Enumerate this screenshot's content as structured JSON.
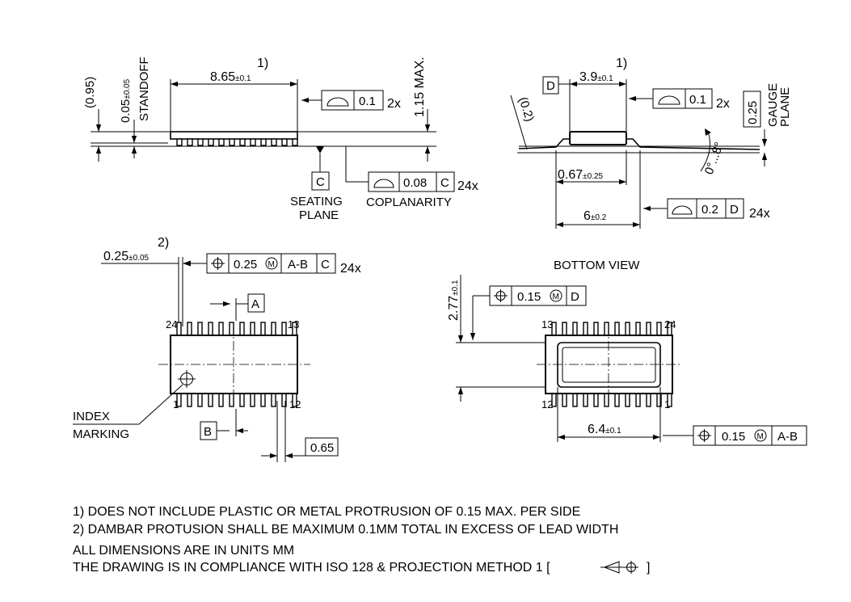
{
  "notes": {
    "note1": "1) DOES NOT INCLUDE PLASTIC OR METAL PROTRUSION OF 0.15 MAX. PER SIDE",
    "note2": "2) DAMBAR PROTUSION SHALL BE MAXIMUM 0.1MM TOTAL IN EXCESS OF LEAD WIDTH",
    "note3": "ALL DIMENSIONS ARE IN UNITS MM",
    "note4_prefix": "THE DRAWING IS IN COMPLIANCE WITH ISO 128 & PROJECTION METHOD 1 [",
    "note4_suffix": "]"
  },
  "side_view": {
    "ref1": "1)",
    "length_main": "8.65",
    "length_tol": "±0.1",
    "dim_095": "(0.95)",
    "standoff_main": "0.05",
    "standoff_tol": "±0.05",
    "standoff_label": "STANDOFF",
    "height_max": "1.15 MAX.",
    "flatness_value": "0.1",
    "flatness_count": "2x",
    "datum_c": "C",
    "seating_1": "SEATING",
    "seating_2": "PLANE",
    "coplanarity_value": "0.08",
    "coplanarity_ref": "C",
    "coplanarity_count": "24x",
    "coplanarity_label": "COPLANARITY"
  },
  "end_view": {
    "ref1": "1)",
    "datum_d": "D",
    "width_main": "3.9",
    "width_tol": "±0.1",
    "flatness_value": "0.1",
    "flatness_count": "2x",
    "dim_02": "(0.2)",
    "gauge_value": "0.25",
    "gauge_1": "GAUGE",
    "gauge_2": "PLANE",
    "angle": "0°...8°",
    "foot_main": "0.67",
    "foot_tol": "±0.25",
    "span_main": "6",
    "span_tol": "±0.2",
    "profile_value": "0.2",
    "profile_ref": "D",
    "profile_count": "24x"
  },
  "top_view": {
    "ref2": "2)",
    "lead_main": "0.25",
    "lead_tol": "±0.05",
    "pos_value": "0.25",
    "pos_ref1": "A-B",
    "pos_ref2": "C",
    "pos_count": "24x",
    "datum_a": "A",
    "datum_b": "B",
    "pin_24": "24",
    "pin_13": "13",
    "pin_1": "1",
    "pin_12": "12",
    "index_1": "INDEX",
    "index_2": "MARKING",
    "pitch": "0.65"
  },
  "bottom_view": {
    "title": "BOTTOM VIEW",
    "pad_main": "2.77",
    "pad_tol": "±0.1",
    "pos1_value": "0.15",
    "pos1_ref": "D",
    "pin_13": "13",
    "pin_24": "24",
    "pin_12": "12",
    "pin_1": "1",
    "pad_len_main": "6.4",
    "pad_len_tol": "±0.1",
    "pos2_value": "0.15",
    "pos2_ref": "A-B"
  }
}
